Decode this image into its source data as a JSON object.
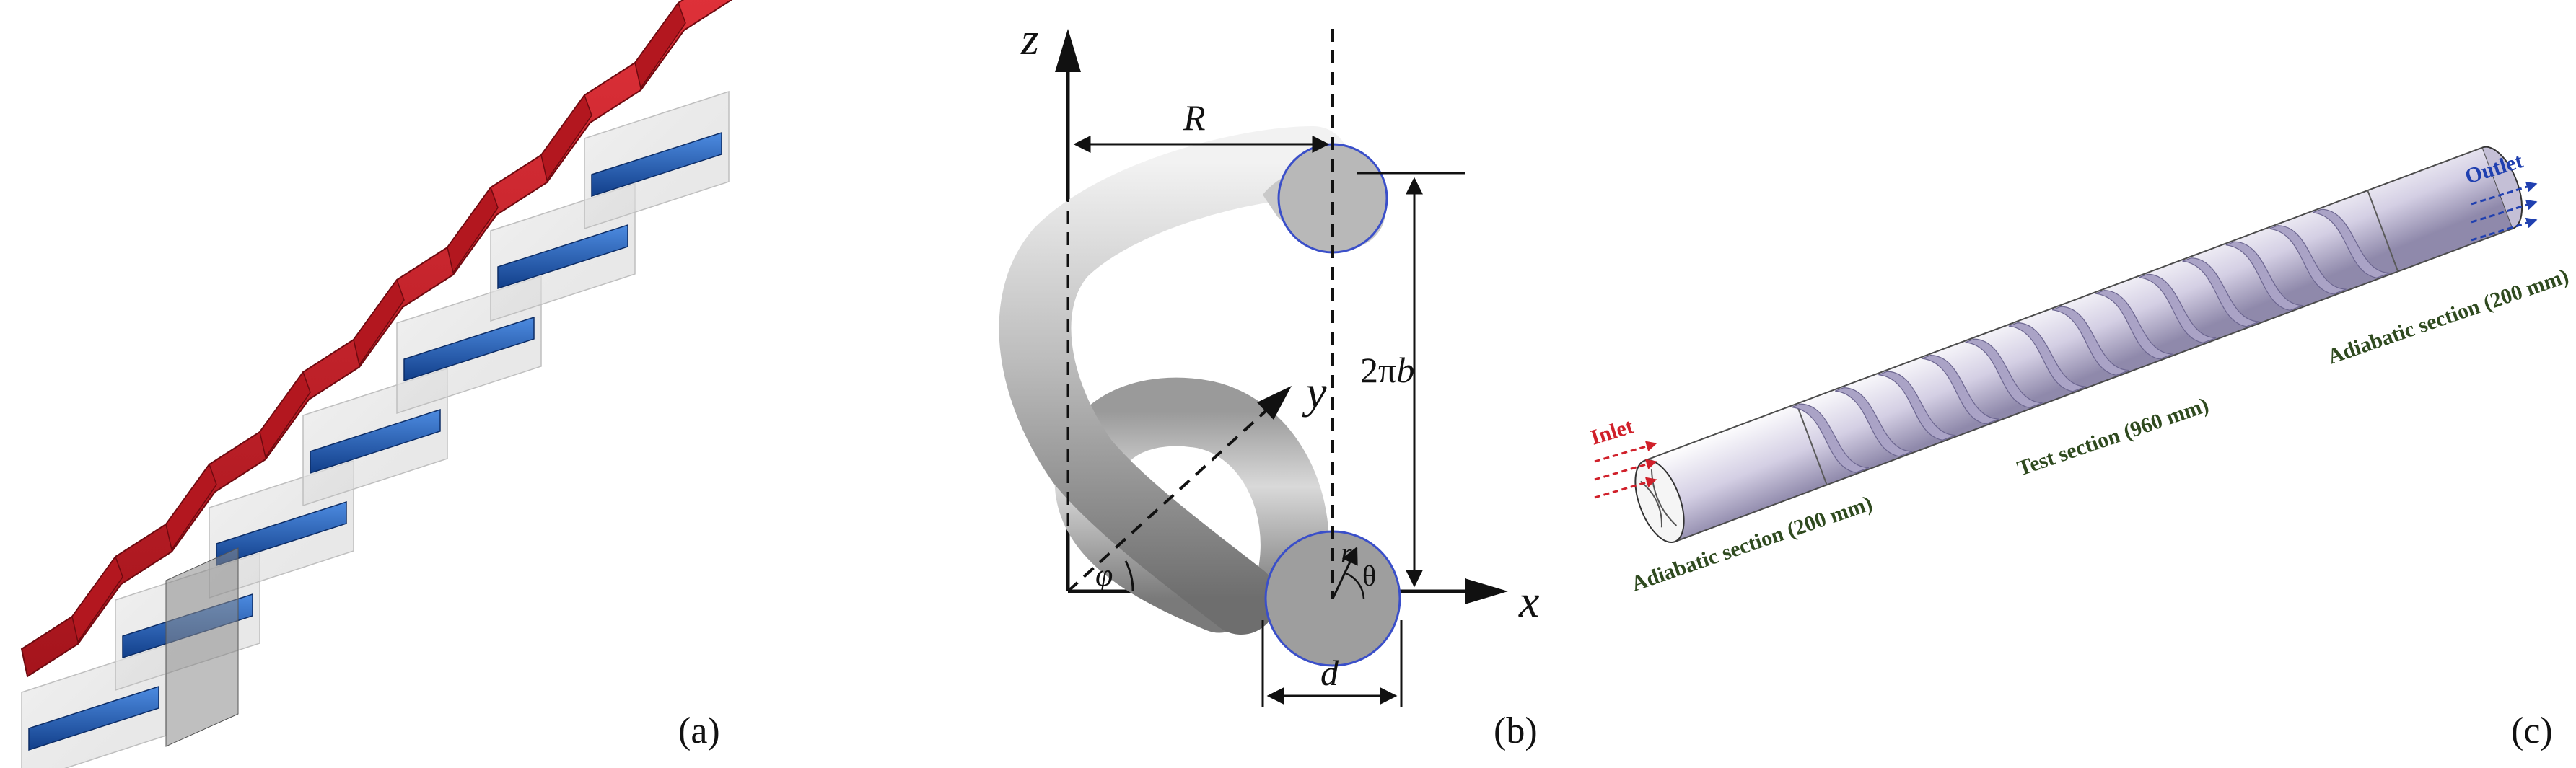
{
  "panels": {
    "a": {
      "label": "(a)"
    },
    "b": {
      "label": "(b)",
      "axes": {
        "z": "z",
        "y": "y",
        "x": "x"
      },
      "dims": {
        "R": "R",
        "pitch_prefix": "2π",
        "pitch_var": "b",
        "d": "d",
        "r": "r",
        "theta": "θ",
        "phi": "φ"
      }
    },
    "c": {
      "label": "(c)",
      "inlet": "Inlet",
      "outlet": "Outlet",
      "sections": {
        "adiabatic_in": "Adiabatic section (200 mm)",
        "test": "Test section (960 mm)",
        "adiabatic_out": "Adiabatic section (200 mm)"
      }
    }
  },
  "colors": {
    "red_channel": "#c8202a",
    "blue_channel": "#1f5fb8",
    "tube_grey": "#a9a9a9",
    "tube_lavender": "#c9c3dd",
    "label_green": "#2f4a1f",
    "inlet_red": "#d0202a",
    "outlet_blue": "#2040b0"
  }
}
